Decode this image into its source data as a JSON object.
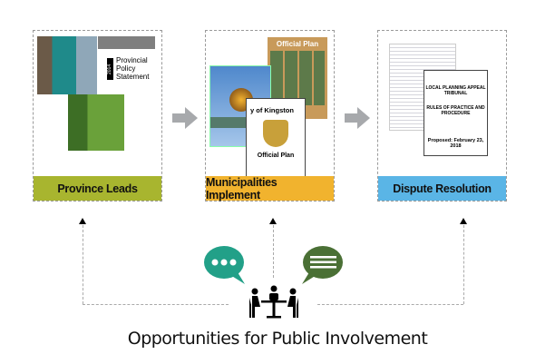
{
  "stages": [
    {
      "label": "Province Leads",
      "color": "#a8b52f"
    },
    {
      "label": "Municipalities Implement",
      "color": "#f1b32e"
    },
    {
      "label": "Dispute Resolution",
      "color": "#5ab5e6"
    }
  ],
  "docs": {
    "pps_title": "Provincial Policy Statement",
    "pps_year": "2014",
    "kingston_title": "y of Kingston",
    "kingston_sub": "Official Plan",
    "op_banner": "Official Plan",
    "lpat_title": "LOCAL PLANNING APPEAL TRIBUNAL",
    "lpat_rules": "RULES OF PRACTICE AND PROCEDURE",
    "lpat_date": "Proposed: February 23, 2018"
  },
  "icons": [
    "comment-dots-icon",
    "comment-lines-icon",
    "meeting-people-icon",
    "arrow-right-icon"
  ],
  "colors": {
    "teal_bubble": "#22a088",
    "green_bubble": "#4a7035"
  },
  "caption": "Opportunities for Public Involvement"
}
